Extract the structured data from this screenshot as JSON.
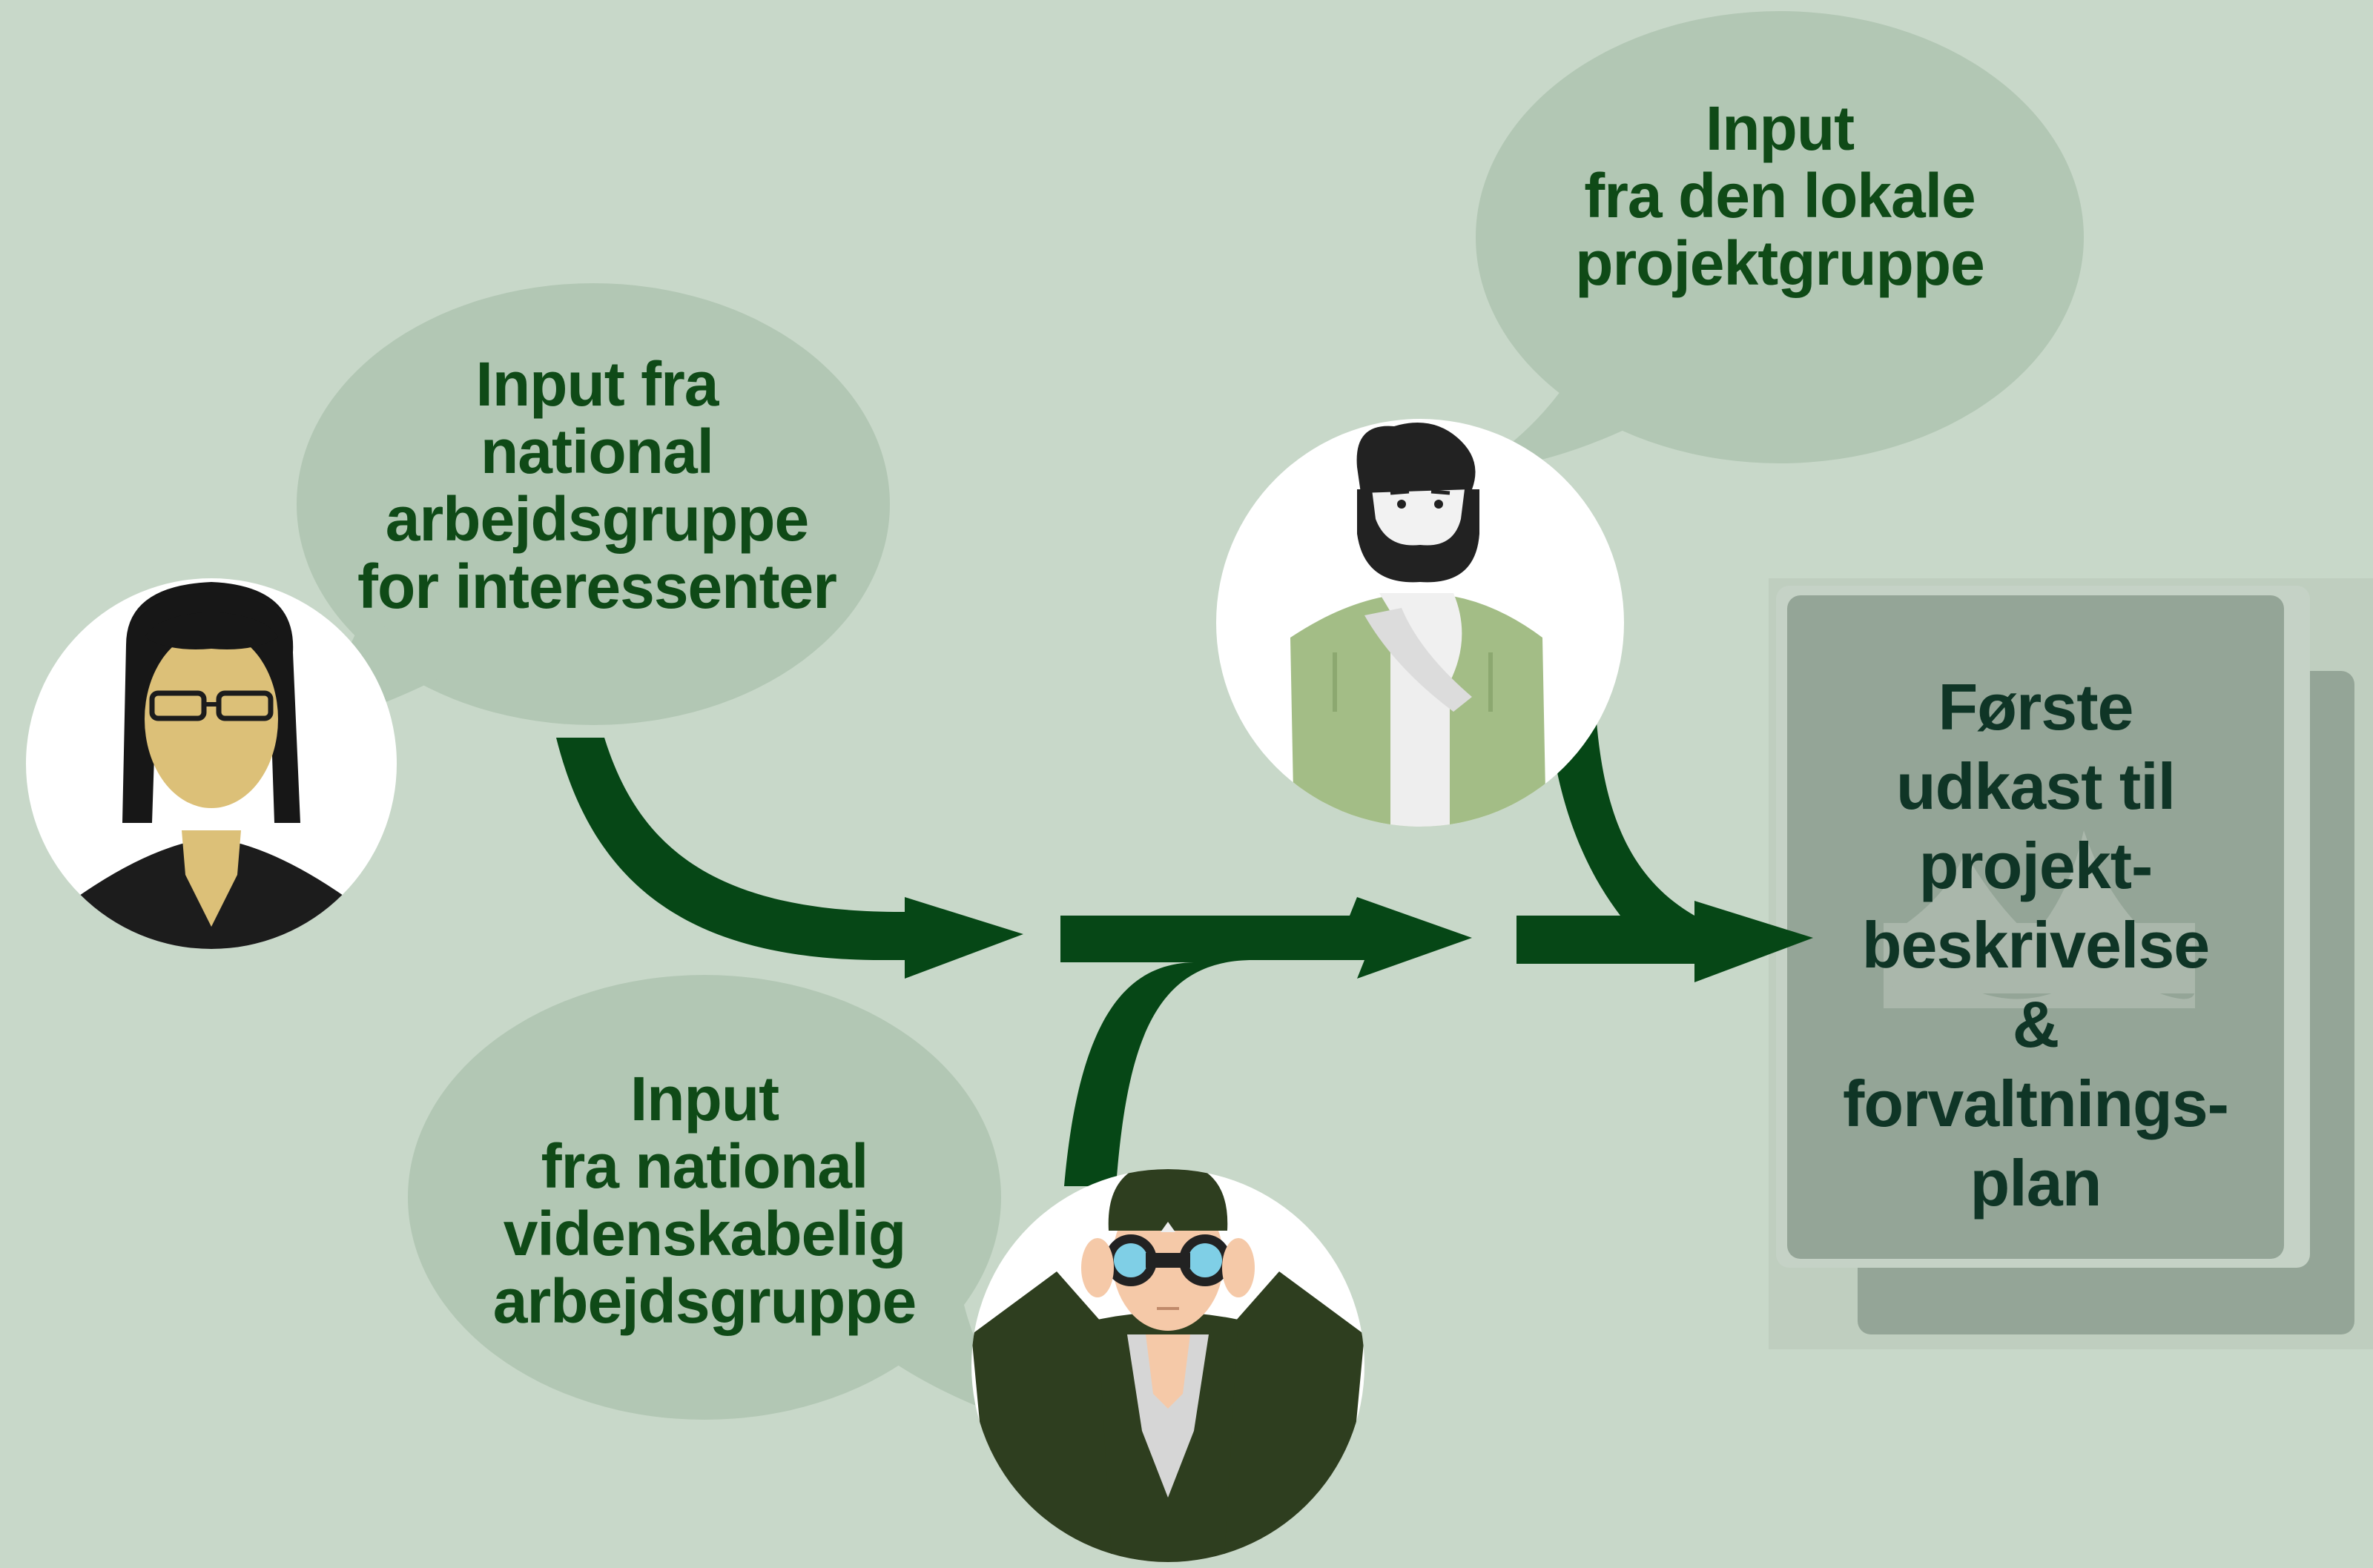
{
  "bubbles": {
    "top_right": {
      "lines": [
        "Input",
        "fra den lokale",
        "projektgruppe"
      ]
    },
    "left": {
      "lines": [
        "Input fra",
        "national",
        "arbejdsgruppe",
        "for interessenter"
      ]
    },
    "bottom": {
      "lines": [
        "Input",
        "fra national",
        "videnskabelig",
        "arbejdsgruppe"
      ]
    }
  },
  "document": {
    "lines": [
      "Første",
      "udkast til",
      "projekt-",
      "beskrivelse",
      "&",
      "forvaltnings-",
      "plan"
    ]
  },
  "colors": {
    "background": "#c8d8c9",
    "bubble": "#b2c7b4",
    "arrow": "#064716",
    "text": "#0f4a17",
    "document_front": "#94a597",
    "document_back": "#94a597"
  }
}
